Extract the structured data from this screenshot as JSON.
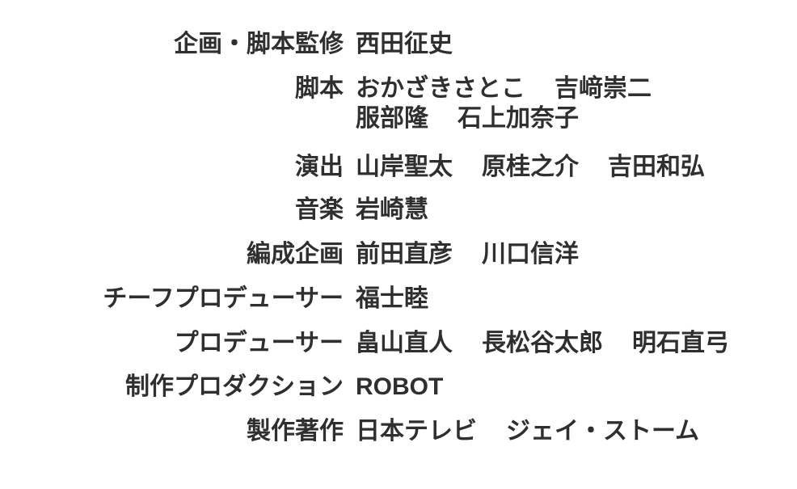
{
  "page": {
    "background_color": "#ffffff",
    "text_color": "#2f2f2f",
    "description": "TV program end credits screen"
  },
  "credits": [
    {
      "role": "企画・脚本監修",
      "names": [
        "西田征史"
      ]
    },
    {
      "role": "脚本",
      "names": [
        "おかざきさとこ",
        "吉﨑崇二"
      ]
    },
    {
      "role": "",
      "names": [
        "服部隆",
        "石上加奈子"
      ]
    },
    {
      "role": "演出",
      "names": [
        "山岸聖太",
        "原桂之介",
        "吉田和弘"
      ]
    },
    {
      "role": "音楽",
      "names": [
        "岩崎慧"
      ]
    },
    {
      "role": "編成企画",
      "names": [
        "前田直彦",
        "川口信洋"
      ]
    },
    {
      "role": "チーフプロデューサー",
      "names": [
        "福士睦"
      ]
    },
    {
      "role": "プロデューサー",
      "names": [
        "畠山直人",
        "長松谷太郎",
        "明石直弓"
      ]
    },
    {
      "role": "制作プロダクション",
      "names": [
        "ROBOT"
      ]
    },
    {
      "role": "製作著作",
      "names": [
        "日本テレビ",
        "ジェイ・ストーム"
      ]
    }
  ]
}
